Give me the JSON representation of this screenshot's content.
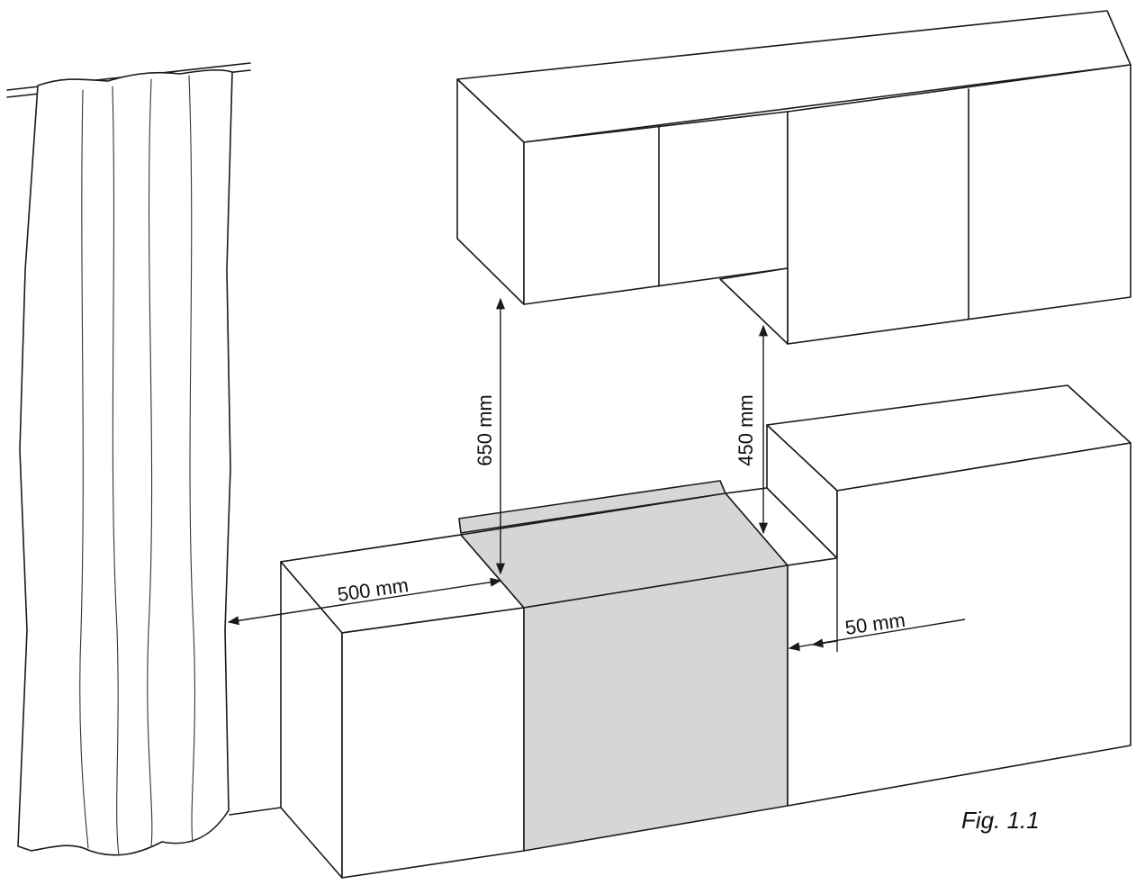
{
  "figure": {
    "caption": "Fig. 1.1",
    "colors": {
      "line": "#1a1a1a",
      "hob_fill": "#d6d6d6",
      "background": "#ffffff"
    }
  },
  "dimensions": {
    "hood_clearance": "650 mm",
    "side_cabinet_clearance": "450 mm",
    "curtain_distance": "500 mm",
    "side_gap": "50 mm"
  }
}
